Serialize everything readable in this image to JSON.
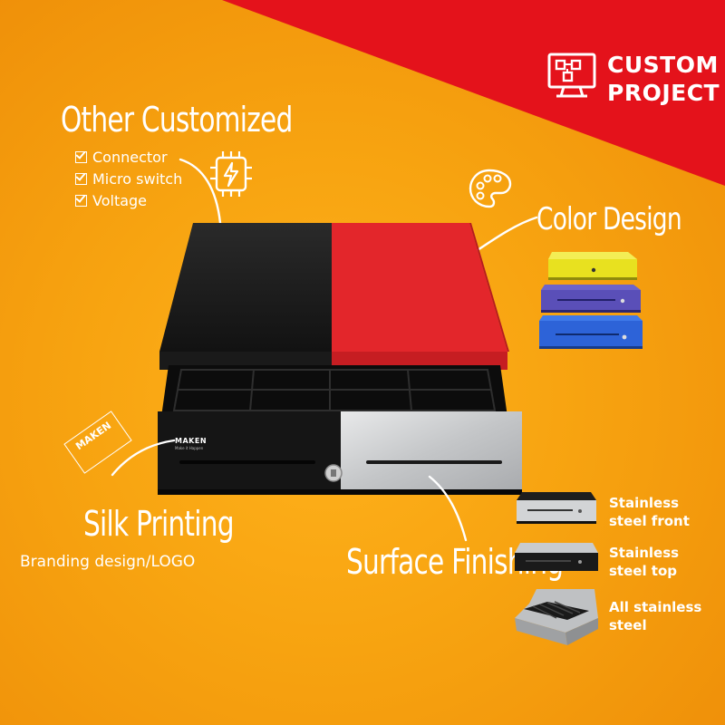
{
  "badge": {
    "line1": "CUSTOM",
    "line2": "PROJECT",
    "icon": "monitor-icon"
  },
  "other_customized": {
    "title": "Other Customized",
    "items": [
      "Connector",
      "Micro switch",
      "Voltage"
    ],
    "icon": "chip-bolt-icon"
  },
  "color_design": {
    "title": "Color Design",
    "icon": "palette-icon",
    "swatch_colors": [
      "#e8e11f",
      "#5a4fb8",
      "#2d63d8"
    ]
  },
  "product": {
    "brand": "MAKEN",
    "tagline": "Make it Happen",
    "colors": {
      "left": "#1b1b1b",
      "right": "#e3262b",
      "steel": "#cfd1d3"
    }
  },
  "silk_printing": {
    "title": "Silk Printing",
    "subtitle": "Branding design/LOGO",
    "stamp": "MAKEN"
  },
  "surface_finishing": {
    "title": "Surface Finishing",
    "options": [
      {
        "label": "Stainless steel front"
      },
      {
        "label": "Stainless steel top"
      },
      {
        "label": "All stainless steel"
      }
    ]
  },
  "accent": "#e4121b",
  "background": "#f7a310"
}
